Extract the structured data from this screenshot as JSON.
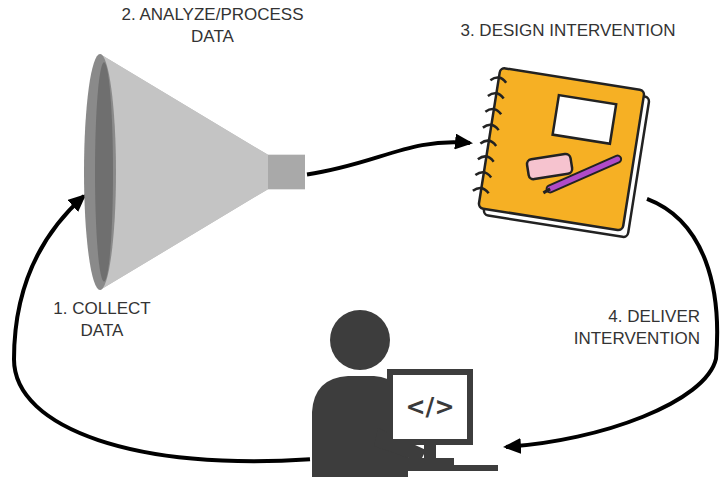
{
  "diagram": {
    "nodes": [
      {
        "text": [
          "2. ANALYZE/PROCESS DATA"
        ]
      },
      {
        "text": [
          "3. DESIGN INTERVENTION"
        ]
      },
      {
        "text": [
          "</>"
        ]
      }
    ],
    "edges": [
      {
        "from": 0,
        "to": 1,
        "arrow": "to"
      },
      {
        "from": 1,
        "to": 2,
        "label": "4. DELIVER INTERVENTION",
        "arrow": "to"
      },
      {
        "from": 2,
        "to": 0,
        "label": "1. COLLECT DATA",
        "arrow": "to"
      }
    ]
  }
}
